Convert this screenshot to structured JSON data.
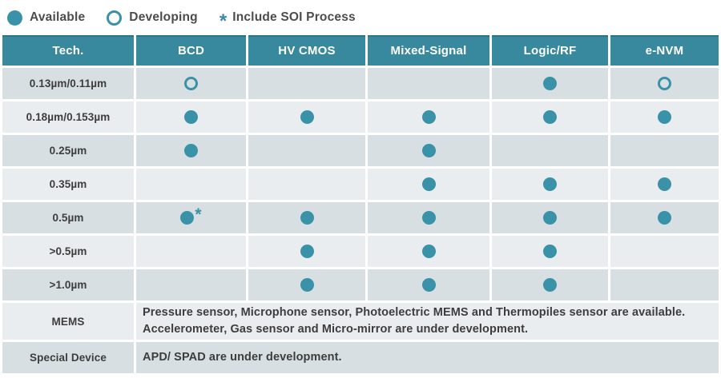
{
  "colors": {
    "teal_header": "#38899e",
    "teal_marker": "#3992a7",
    "teal_asterisk": "#3d85ad",
    "header_top_edge": "#2b7489",
    "row_dark": "#d8dfe3",
    "row_light": "#e9edef",
    "text_dark": "#3d3d3d",
    "legend_text": "#4c4c4c"
  },
  "legend": {
    "available_label": "Available",
    "developing_label": "Developing",
    "soi_symbol": "*",
    "soi_label": "Include SOI Process"
  },
  "chart_data": {
    "type": "table",
    "title": "Process technology availability matrix",
    "legend": [
      {
        "symbol": "filled-circle",
        "meaning": "Available"
      },
      {
        "symbol": "open-circle",
        "meaning": "Developing"
      },
      {
        "symbol": "*",
        "meaning": "Include SOI Process"
      }
    ],
    "columns": [
      "Tech.",
      "BCD",
      "HV CMOS",
      "Mixed-Signal",
      "Logic/RF",
      "e-NVM"
    ],
    "rows": [
      {
        "label": "0.13µm/0.11µm",
        "cells": [
          "developing",
          "",
          "",
          "available",
          "developing"
        ]
      },
      {
        "label": "0.18µm/0.153µm",
        "cells": [
          "available",
          "available",
          "available",
          "available",
          "available"
        ]
      },
      {
        "label": "0.25µm",
        "cells": [
          "available",
          "",
          "available",
          "",
          ""
        ]
      },
      {
        "label": "0.35µm",
        "cells": [
          "",
          "",
          "available",
          "available",
          "available"
        ]
      },
      {
        "label": "0.5µm",
        "cells": [
          "available_soi",
          "available",
          "available",
          "available",
          "available"
        ]
      },
      {
        "label": ">0.5µm",
        "cells": [
          "",
          "available",
          "available",
          "available",
          ""
        ]
      },
      {
        "label": ">1.0µm",
        "cells": [
          "",
          "available",
          "available",
          "available",
          ""
        ]
      }
    ],
    "text_rows": [
      {
        "label": "MEMS",
        "lines": [
          "Pressure sensor, Microphone sensor, Photoelectric MEMS and Thermopiles sensor are available.",
          "Accelerometer, Gas sensor and Micro-mirror are under development."
        ]
      },
      {
        "label": "Special Device",
        "lines": [
          "APD/ SPAD are under development."
        ]
      }
    ]
  }
}
